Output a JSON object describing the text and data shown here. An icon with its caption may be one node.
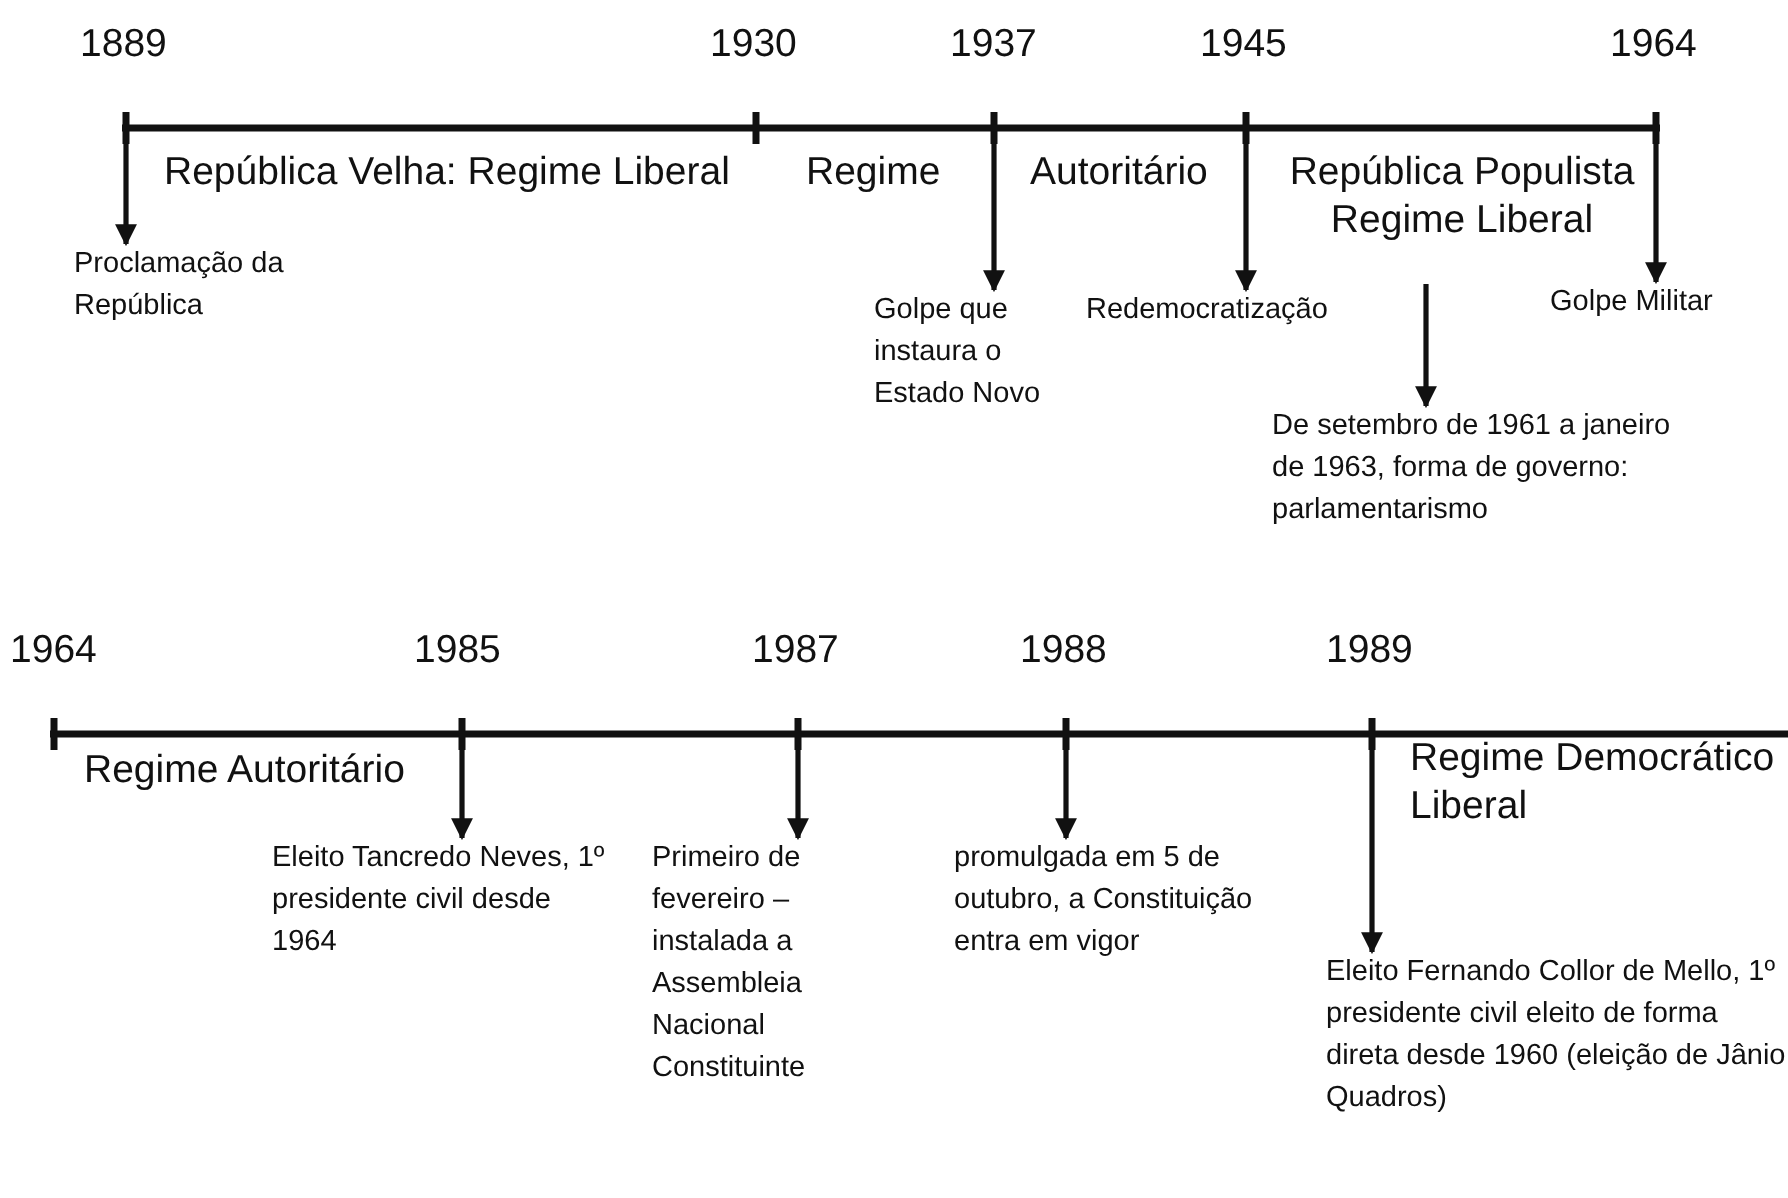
{
  "diagram": {
    "nodes": [
      {
        "text": [],
        "shape": "bar"
      },
      {
        "text": [
          "Proclamação da República"
        ]
      },
      {
        "text": [
          "Golpe que instaura o Estado Novo"
        ]
      },
      {
        "text": [
          "Redemocratização"
        ]
      },
      {
        "text": [
          "Golpe Militar"
        ]
      },
      {
        "text": [
          "De setembro de 1961 a janeiro de 1963, forma de governo: parlamentarismo"
        ]
      },
      {
        "text": [],
        "shape": "bar"
      },
      {
        "text": [
          "Eleito Tancredo Neves, 1º presidente civil desde 1964"
        ]
      },
      {
        "text": [
          "Primeiro de fevereiro – instalada a Assembleia Nacional Constituinte"
        ]
      },
      {
        "text": [
          "promulgada em 5 de outubro, a Constituição entra em vigor"
        ]
      },
      {
        "text": [
          "Eleito Fernando Collor de Mello, 1º presidente civil eleito de forma direta desde 1960 (eleição de Jânio Quadros)"
        ]
      }
    ],
    "edges": [
      {
        "from": 0,
        "to": 1,
        "arrow": "to"
      },
      {
        "from": 0,
        "to": 2,
        "arrow": "to"
      },
      {
        "from": 0,
        "to": 3,
        "arrow": "to"
      },
      {
        "from": 0,
        "to": 4,
        "arrow": "to"
      },
      {
        "from": null,
        "to": 5,
        "arrow": "to"
      },
      {
        "from": 6,
        "to": 7,
        "arrow": "to"
      },
      {
        "from": 6,
        "to": 8,
        "arrow": "to"
      },
      {
        "from": 6,
        "to": 9,
        "arrow": "to"
      },
      {
        "from": 6,
        "to": 10,
        "arrow": "to"
      }
    ],
    "labels": [
      "1889",
      "1930",
      "1937",
      "1945",
      "1964",
      "República Velha: Regime Liberal",
      "Regime",
      "Autoritário",
      "República Populista Regime Liberal",
      "1964",
      "1985",
      "1987",
      "1988",
      "1989",
      "Regime Autoritário",
      "Regime Democrático Liberal"
    ]
  }
}
